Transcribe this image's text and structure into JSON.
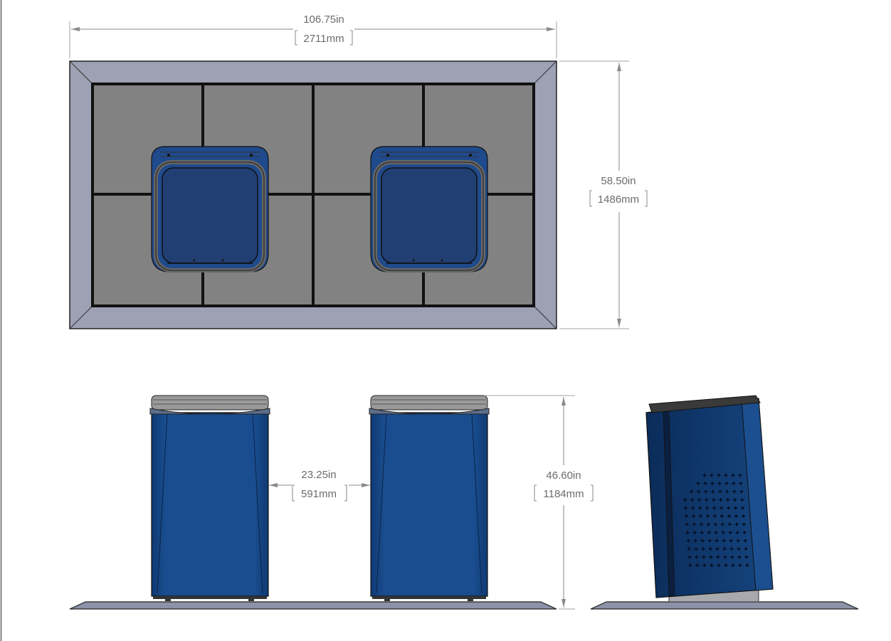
{
  "dimensions": {
    "overall_width": {
      "imperial": "106.75in",
      "metric": "2711mm"
    },
    "overall_depth": {
      "imperial": "58.50in",
      "metric": "1486mm"
    },
    "unit_gap": {
      "imperial": "23.25in",
      "metric": "591mm"
    },
    "overall_height": {
      "imperial": "46.60in",
      "metric": "1184mm"
    }
  },
  "colors": {
    "frame": "#9ea0b4",
    "grating": "#828282",
    "unit_blue": "#17498a",
    "unit_dark": "#0d2f60",
    "lid_blue": "#213f74",
    "base_plate": "#8c92a8",
    "linework": "#1a1a1a"
  }
}
